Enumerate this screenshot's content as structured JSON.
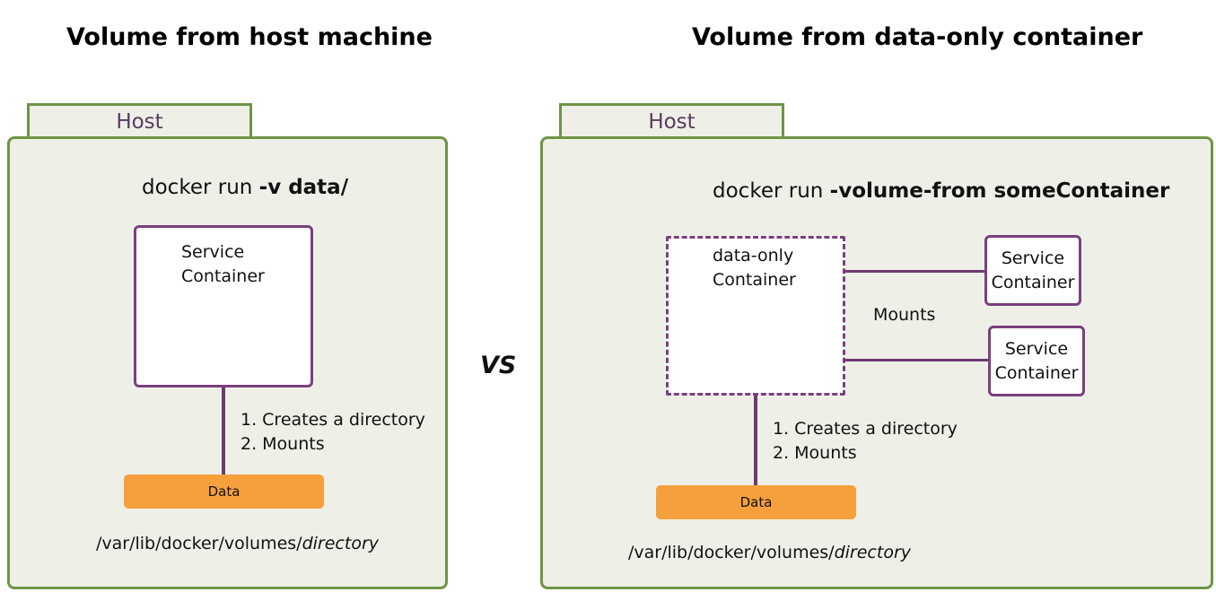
{
  "left": {
    "title": "Volume from host machine",
    "host_tab": "Host",
    "command_prefix": "docker run ",
    "command_flag": "-v data/",
    "service_line1": "Service",
    "service_line2": "Container",
    "step1": "1. Creates a directory",
    "step2": "2. Mounts",
    "data_label": "Data",
    "path_prefix": "/var/lib/docker/volumes/",
    "path_suffix": "directory"
  },
  "vs": "VS",
  "right": {
    "title": "Volume from data-only container",
    "host_tab": "Host",
    "command_prefix": "docker run ",
    "command_flag": "-volume-from someContainer",
    "data_only_line1": "data-only",
    "data_only_line2": "Container",
    "mounts_label": "Mounts",
    "service1_line1": "Service",
    "service1_line2": "Container",
    "service2_line1": "Service",
    "service2_line2": "Container",
    "step1": "1. Creates a directory",
    "step2": "2. Mounts",
    "data_label": "Data",
    "path_prefix": "/var/lib/docker/volumes/",
    "path_suffix": "directory"
  },
  "colors": {
    "panel_border": "#6f9445",
    "panel_fill": "#eef0e8",
    "container_border": "#7b3f7f",
    "data_fill": "#f5a03c",
    "host_text": "#5b3a63"
  }
}
